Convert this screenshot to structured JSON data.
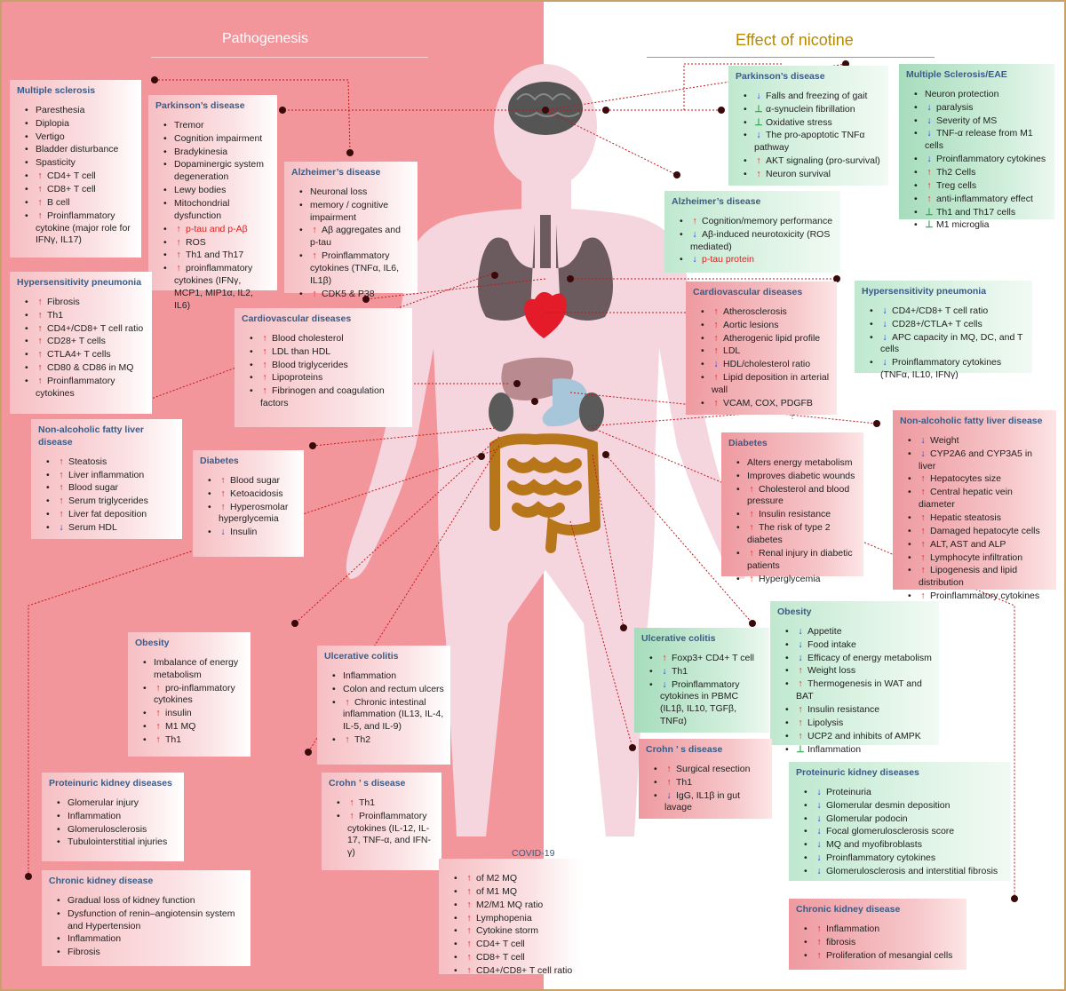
{
  "titles": {
    "pathogenesis": "Pathogenesis",
    "nicotine": "Effect of nicotine",
    "covid": "COVID-19"
  },
  "left": {
    "ms": {
      "title": "Multiple sclerosis",
      "items": [
        {
          "a": "",
          "t": "Paresthesia"
        },
        {
          "a": "",
          "t": "Diplopia"
        },
        {
          "a": "",
          "t": "Vertigo"
        },
        {
          "a": "",
          "t": "Bladder disturbance"
        },
        {
          "a": "",
          "t": "Spasticity"
        },
        {
          "a": "up",
          "t": "CD4+ T cell"
        },
        {
          "a": "up",
          "t": "CD8+ T cell"
        },
        {
          "a": "up",
          "t": "B cell"
        },
        {
          "a": "up",
          "t": "Proinflammatory cytokine (major role for IFNγ, IL17)"
        }
      ]
    },
    "pd": {
      "title": "Parkinson’s disease",
      "items": [
        {
          "a": "",
          "t": "Tremor"
        },
        {
          "a": "",
          "t": "Cognition impairment"
        },
        {
          "a": "",
          "t": "Bradykinesia"
        },
        {
          "a": "",
          "t": "Dopaminergic system degeneration"
        },
        {
          "a": "",
          "t": "Lewy bodies"
        },
        {
          "a": "",
          "t": "Mitochondrial dysfunction"
        },
        {
          "a": "up",
          "t": "p-tau and p-Aβ",
          "red": true
        },
        {
          "a": "up",
          "t": "ROS"
        },
        {
          "a": "up",
          "t": "Th1 and Th17"
        },
        {
          "a": "up",
          "t": "proinflammatory cytokines (IFNγ, MCP1, MIP1α, IL2, IL6)"
        }
      ]
    },
    "ad": {
      "title": "Alzheimer’s disease",
      "items": [
        {
          "a": "",
          "t": "Neuronal loss"
        },
        {
          "a": "",
          "t": "memory / cognitive impairment"
        },
        {
          "a": "up",
          "t": "Aβ aggregates and p-tau"
        },
        {
          "a": "up",
          "t": "Proinflammatory cytokines (TNFα, IL6, IL1β)"
        },
        {
          "a": "up",
          "t": "CDK5 & P38"
        }
      ]
    },
    "hp": {
      "title": "Hypersensitivity pneumonia",
      "items": [
        {
          "a": "up",
          "t": "Fibrosis"
        },
        {
          "a": "up",
          "t": "Th1"
        },
        {
          "a": "up",
          "t": "CD4+/CD8+ T cell ratio"
        },
        {
          "a": "up",
          "t": "CD28+ T cells"
        },
        {
          "a": "up",
          "t": "CTLA4+ T cells"
        },
        {
          "a": "up",
          "t": "CD80 & CD86 in MQ"
        },
        {
          "a": "up",
          "t": "Proinflammatory cytokines"
        }
      ]
    },
    "cvd": {
      "title": "Cardiovascular diseases",
      "items": [
        {
          "a": "up",
          "t": "Blood cholesterol"
        },
        {
          "a": "up",
          "t": "LDL than HDL"
        },
        {
          "a": "up",
          "t": "Blood triglycerides"
        },
        {
          "a": "up",
          "t": "Lipoproteins"
        },
        {
          "a": "up",
          "t": "Fibrinogen and coagulation factors"
        }
      ]
    },
    "nafld": {
      "title": "Non-alcoholic fatty liver disease",
      "items": [
        {
          "a": "up",
          "t": "Steatosis"
        },
        {
          "a": "up",
          "t": "Liver inflammation"
        },
        {
          "a": "up",
          "t": "Blood sugar"
        },
        {
          "a": "up",
          "t": "Serum triglycerides"
        },
        {
          "a": "up",
          "t": "Liver fat deposition"
        },
        {
          "a": "down",
          "t": "Serum HDL"
        }
      ]
    },
    "dm": {
      "title": "Diabetes",
      "items": [
        {
          "a": "up",
          "t": "Blood sugar"
        },
        {
          "a": "up",
          "t": "Ketoacidosis"
        },
        {
          "a": "up",
          "t": "Hyperosmolar hyperglycemia"
        },
        {
          "a": "down",
          "t": "Insulin"
        }
      ]
    },
    "ob": {
      "title": "Obesity",
      "items": [
        {
          "a": "",
          "t": "Imbalance of energy metabolism"
        },
        {
          "a": "up",
          "t": "pro-inflammatory cytokines"
        },
        {
          "a": "up",
          "t": "insulin"
        },
        {
          "a": "up",
          "t": "M1 MQ"
        },
        {
          "a": "up",
          "t": "Th1"
        }
      ]
    },
    "uc": {
      "title": "Ulcerative colitis",
      "items": [
        {
          "a": "",
          "t": "Inflammation"
        },
        {
          "a": "",
          "t": "Colon and rectum ulcers"
        },
        {
          "a": "up",
          "t": "Chronic intestinal inflammation (IL13, IL-4, IL-5, and IL-9)"
        },
        {
          "a": "up",
          "t": "Th2"
        }
      ]
    },
    "pkd": {
      "title": "Proteinuric kidney diseases",
      "items": [
        {
          "a": "",
          "t": "Glomerular injury"
        },
        {
          "a": "",
          "t": "Inflammation"
        },
        {
          "a": "",
          "t": "Glomerulosclerosis"
        },
        {
          "a": "",
          "t": "Tubulointerstitial injuries"
        }
      ]
    },
    "cd": {
      "title": "Crohn ’ s disease",
      "items": [
        {
          "a": "up",
          "t": "Th1"
        },
        {
          "a": "up",
          "t": "Proinflammatory cytokines (IL-12, IL-17, TNF-α, and IFN-γ)"
        }
      ]
    },
    "ckd": {
      "title": "Chronic kidney disease",
      "items": [
        {
          "a": "",
          "t": "Gradual loss of kidney function"
        },
        {
          "a": "",
          "t": "Dysfunction of  renin–angiotensin system and Hypertension"
        },
        {
          "a": "",
          "t": "Inflammation"
        },
        {
          "a": "",
          "t": "Fibrosis"
        }
      ]
    },
    "covid": {
      "items": [
        {
          "a": "up",
          "t": "of M2 MQ"
        },
        {
          "a": "up",
          "t": "of M1 MQ"
        },
        {
          "a": "up",
          "t": "M2/M1 MQ ratio"
        },
        {
          "a": "up",
          "t": "Lymphopenia"
        },
        {
          "a": "up",
          "t": "Cytokine storm"
        },
        {
          "a": "up",
          "t": "CD4+ T cell"
        },
        {
          "a": "up",
          "t": "CD8+ T cell"
        },
        {
          "a": "up",
          "t": "CD4+/CD8+ T cell ratio"
        }
      ]
    }
  },
  "right": {
    "pd": {
      "title": "Parkinson’s disease",
      "items": [
        {
          "a": "down",
          "t": "Falls and freezing of gait"
        },
        {
          "a": "perp",
          "t": "α-synuclein fibrillation"
        },
        {
          "a": "perp",
          "t": "Oxidative stress"
        },
        {
          "a": "down",
          "t": "The pro-apoptotic TNFα pathway"
        },
        {
          "a": "up",
          "t": "AKT signaling (pro-survival)"
        },
        {
          "a": "up",
          "t": "Neuron survival"
        }
      ]
    },
    "ms": {
      "title": "Multiple Sclerosis/EAE",
      "items": [
        {
          "a": "",
          "t": "Neuron protection"
        },
        {
          "a": "down",
          "t": "paralysis"
        },
        {
          "a": "down",
          "t": "Severity of MS"
        },
        {
          "a": "down",
          "t": "TNF-α release from M1 cells"
        },
        {
          "a": "down",
          "t": "Proinflammatory cytokines"
        },
        {
          "a": "up",
          "t": "Th2 Cells"
        },
        {
          "a": "up",
          "t": "Treg cells"
        },
        {
          "a": "up",
          "t": "anti-inflammatory effect"
        },
        {
          "a": "perp",
          "t": "Th1 and Th17 cells"
        },
        {
          "a": "perp",
          "t": "M1 microglia"
        }
      ]
    },
    "ad": {
      "title": "Alzheimer’s disease",
      "items": [
        {
          "a": "up",
          "t": "Cognition/memory performance"
        },
        {
          "a": "down",
          "t": "Aβ-induced neurotoxicity (ROS mediated)"
        },
        {
          "a": "down",
          "t": "p-tau protein",
          "red": true
        }
      ]
    },
    "cvd": {
      "title": "Cardiovascular diseases",
      "items": [
        {
          "a": "up",
          "t": "Atherosclerosis"
        },
        {
          "a": "up",
          "t": "Aortic lesions"
        },
        {
          "a": "up",
          "t": "Atherogenic lipid profile"
        },
        {
          "a": "up",
          "t": "LDL"
        },
        {
          "a": "down",
          "t": "HDL/cholesterol ratio"
        },
        {
          "a": "up",
          "t": "Lipid deposition in arterial wall"
        },
        {
          "a": "up",
          "t": "VCAM, COX, PDGFB"
        }
      ]
    },
    "hp": {
      "title": "Hypersensitivity pneumonia",
      "items": [
        {
          "a": "down",
          "t": "CD4+/CD8+ T cell ratio"
        },
        {
          "a": "down",
          "t": "CD28+/CTLA+ T cells"
        },
        {
          "a": "down",
          "t": "APC capacity in MQ, DC, and T cells"
        },
        {
          "a": "down",
          "t": "Proinflammatory cytokines (TNFα, IL10, IFNγ)"
        }
      ]
    },
    "dm": {
      "title": "Diabetes",
      "items": [
        {
          "a": "",
          "t": "Alters energy metabolism"
        },
        {
          "a": "",
          "t": "Improves diabetic wounds"
        },
        {
          "a": "up",
          "t": "Cholesterol and blood pressure"
        },
        {
          "a": "up",
          "t": "Insulin resistance"
        },
        {
          "a": "up",
          "t": "The risk of type 2 diabetes"
        },
        {
          "a": "up",
          "t": "Renal injury in diabetic patients"
        },
        {
          "a": "up",
          "t": "Hyperglycemia"
        }
      ]
    },
    "nafld": {
      "title": "Non-alcoholic fatty liver disease",
      "items": [
        {
          "a": "down",
          "t": "Weight"
        },
        {
          "a": "down",
          "t": "CYP2A6 and CYP3A5 in liver"
        },
        {
          "a": "up",
          "t": "Hepatocytes size"
        },
        {
          "a": "up",
          "t": "Central hepatic vein diameter"
        },
        {
          "a": "up",
          "t": "Hepatic steatosis"
        },
        {
          "a": "up",
          "t": "Damaged hepatocyte cells"
        },
        {
          "a": "up",
          "t": "ALT, AST and ALP"
        },
        {
          "a": "up",
          "t": "Lymphocyte infiltration"
        },
        {
          "a": "up",
          "t": "Lipogenesis and lipid distribution"
        },
        {
          "a": "up",
          "t": "Proinflammatory cytokines"
        }
      ]
    },
    "uc": {
      "title": "Ulcerative colitis",
      "items": [
        {
          "a": "up",
          "t": "Foxp3+ CD4+ T cell"
        },
        {
          "a": "down",
          "t": "Th1"
        },
        {
          "a": "down",
          "t": "Proinflammatory cytokines in PBMC (IL1β, IL10, TGFβ, TNFα)"
        }
      ]
    },
    "ob": {
      "title": "Obesity",
      "items": [
        {
          "a": "down",
          "t": "Appetite"
        },
        {
          "a": "down",
          "t": "Food intake"
        },
        {
          "a": "down",
          "t": "Efficacy of energy metabolism"
        },
        {
          "a": "up",
          "t": "Weight loss"
        },
        {
          "a": "up",
          "t": "Thermogenesis in WAT and BAT"
        },
        {
          "a": "up",
          "t": "Insulin resistance"
        },
        {
          "a": "up",
          "t": "Lipolysis"
        },
        {
          "a": "up",
          "t": "UCP2 and inhibits of AMPK"
        },
        {
          "a": "perp",
          "t": "Inflammation"
        }
      ]
    },
    "cd": {
      "title": "Crohn ’ s disease",
      "items": [
        {
          "a": "up",
          "t": "Surgical resection"
        },
        {
          "a": "up",
          "t": "Th1"
        },
        {
          "a": "down",
          "t": "IgG, IL1β in gut lavage"
        }
      ]
    },
    "pkd": {
      "title": "Proteinuric kidney diseases",
      "items": [
        {
          "a": "down",
          "t": "Proteinuria"
        },
        {
          "a": "down",
          "t": "Glomerular desmin deposition"
        },
        {
          "a": "down",
          "t": "Glomerular podocin"
        },
        {
          "a": "down",
          "t": "Focal glomerulosclerosis score"
        },
        {
          "a": "down",
          "t": "MQ and myofibroblasts"
        },
        {
          "a": "down",
          "t": "Proinflammatory cytokines"
        },
        {
          "a": "down",
          "t": "Glomerulosclerosis and interstitial fibrosis"
        }
      ]
    },
    "ckd": {
      "title": "Chronic kidney disease",
      "items": [
        {
          "a": "up",
          "t": "Inflammation"
        },
        {
          "a": "up",
          "t": "fibrosis"
        },
        {
          "a": "up",
          "t": "Proliferation of mesangial cells"
        }
      ]
    }
  }
}
